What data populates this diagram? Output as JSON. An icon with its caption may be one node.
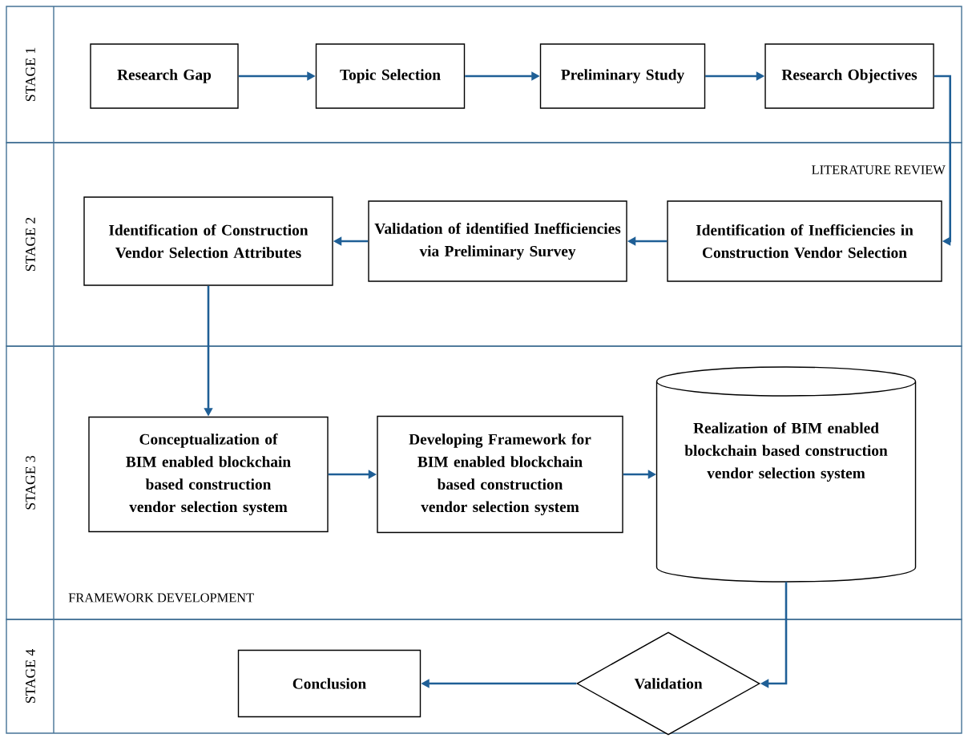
{
  "diagram": {
    "nodes": [
      {
        "text": [
          "STAGE 1"
        ]
      },
      {
        "text": [
          "STAGE 2",
          "LITERATURE REVIEW"
        ]
      },
      {
        "text": [
          "STAGE 3",
          "FRAMEWORK DEVELOPMENT"
        ]
      },
      {
        "text": [
          "STAGE 4"
        ]
      },
      {
        "text": [
          "Research Gap"
        ],
        "in": 0
      },
      {
        "text": [
          "Topic Selection"
        ],
        "in": 0
      },
      {
        "text": [
          "Preliminary Study"
        ],
        "in": 0
      },
      {
        "text": [
          "Research Objectives"
        ],
        "in": 0
      },
      {
        "text": [
          "Identification of Inefficiencies in Construction Vendor Selection"
        ],
        "in": 1
      },
      {
        "text": [
          "Validation of identified Inefficiencies via Preliminary Survey"
        ],
        "in": 1
      },
      {
        "text": [
          "Identification of Construction Vendor Selection Attributes"
        ],
        "in": 1
      },
      {
        "text": [
          "Conceptualization of BIM enabled blockchain based construction vendor selection system"
        ],
        "in": 2
      },
      {
        "text": [
          "Developing Framework for BIM enabled blockchain based construction vendor selection system"
        ],
        "in": 2
      },
      {
        "text": [
          "Realization of BIM enabled blockchain based construction vendor selection system"
        ],
        "in": 2
      },
      {
        "text": [
          "Validation"
        ],
        "in": 3
      },
      {
        "text": [
          "Conclusion"
        ],
        "in": 3
      }
    ],
    "edges": [
      {
        "from": 4,
        "to": 5,
        "arrow": "to"
      },
      {
        "from": 5,
        "to": 6,
        "arrow": "to"
      },
      {
        "from": 6,
        "to": 7,
        "arrow": "to"
      },
      {
        "from": 7,
        "to": 8,
        "arrow": "to"
      },
      {
        "from": 8,
        "to": 9,
        "arrow": "to"
      },
      {
        "from": 9,
        "to": 10,
        "arrow": "to"
      },
      {
        "from": 10,
        "to": 11,
        "arrow": "to"
      },
      {
        "from": 11,
        "to": 12,
        "arrow": "to"
      },
      {
        "from": 12,
        "to": 13,
        "arrow": "to"
      },
      {
        "from": 13,
        "to": 14,
        "arrow": "to"
      },
      {
        "from": 14,
        "to": 15,
        "arrow": "to"
      }
    ]
  }
}
